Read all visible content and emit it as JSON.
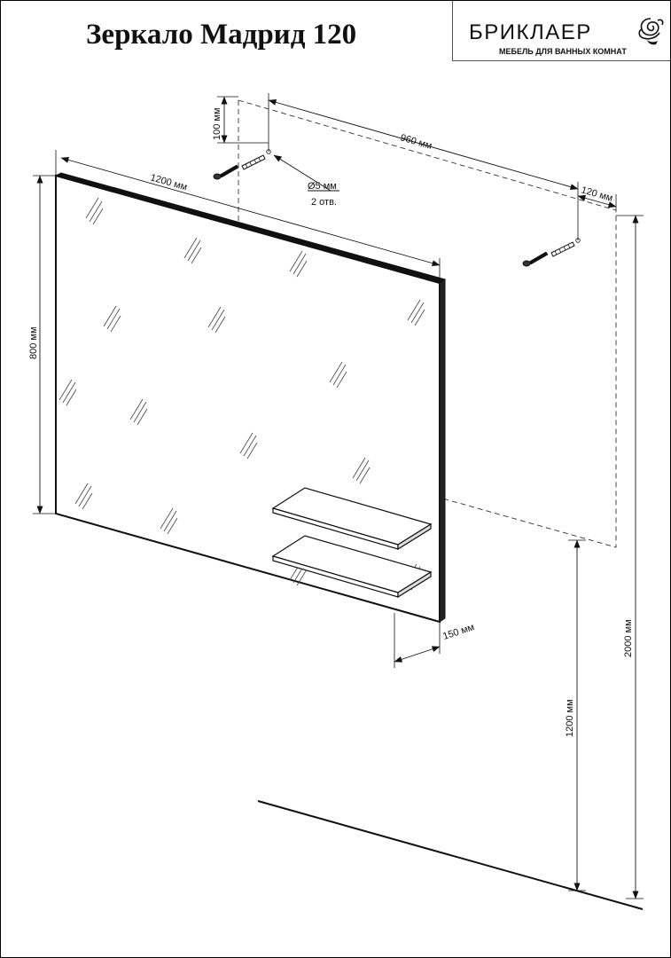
{
  "title": "Зеркало Мадрид 120",
  "brand": {
    "name": "БРИКЛАЕР",
    "tagline": "МЕБЕЛЬ ДЛЯ ВАННЫХ КОМНАТ",
    "logo_icon": "rose-icon"
  },
  "dimensions": {
    "mirror_width": "1200 мм",
    "mirror_height": "800 мм",
    "hole_spacing": "960 мм",
    "hole_top_offset": "100 мм",
    "hole_side_offset": "120 мм",
    "hole_diameter": "Ø5 мм",
    "hole_count": "2 отв.",
    "shelf_depth": "150 мм",
    "bottom_height": "1200 мм",
    "top_height": "2000 мм"
  },
  "colors": {
    "line": "#111111",
    "background": "#ffffff"
  }
}
